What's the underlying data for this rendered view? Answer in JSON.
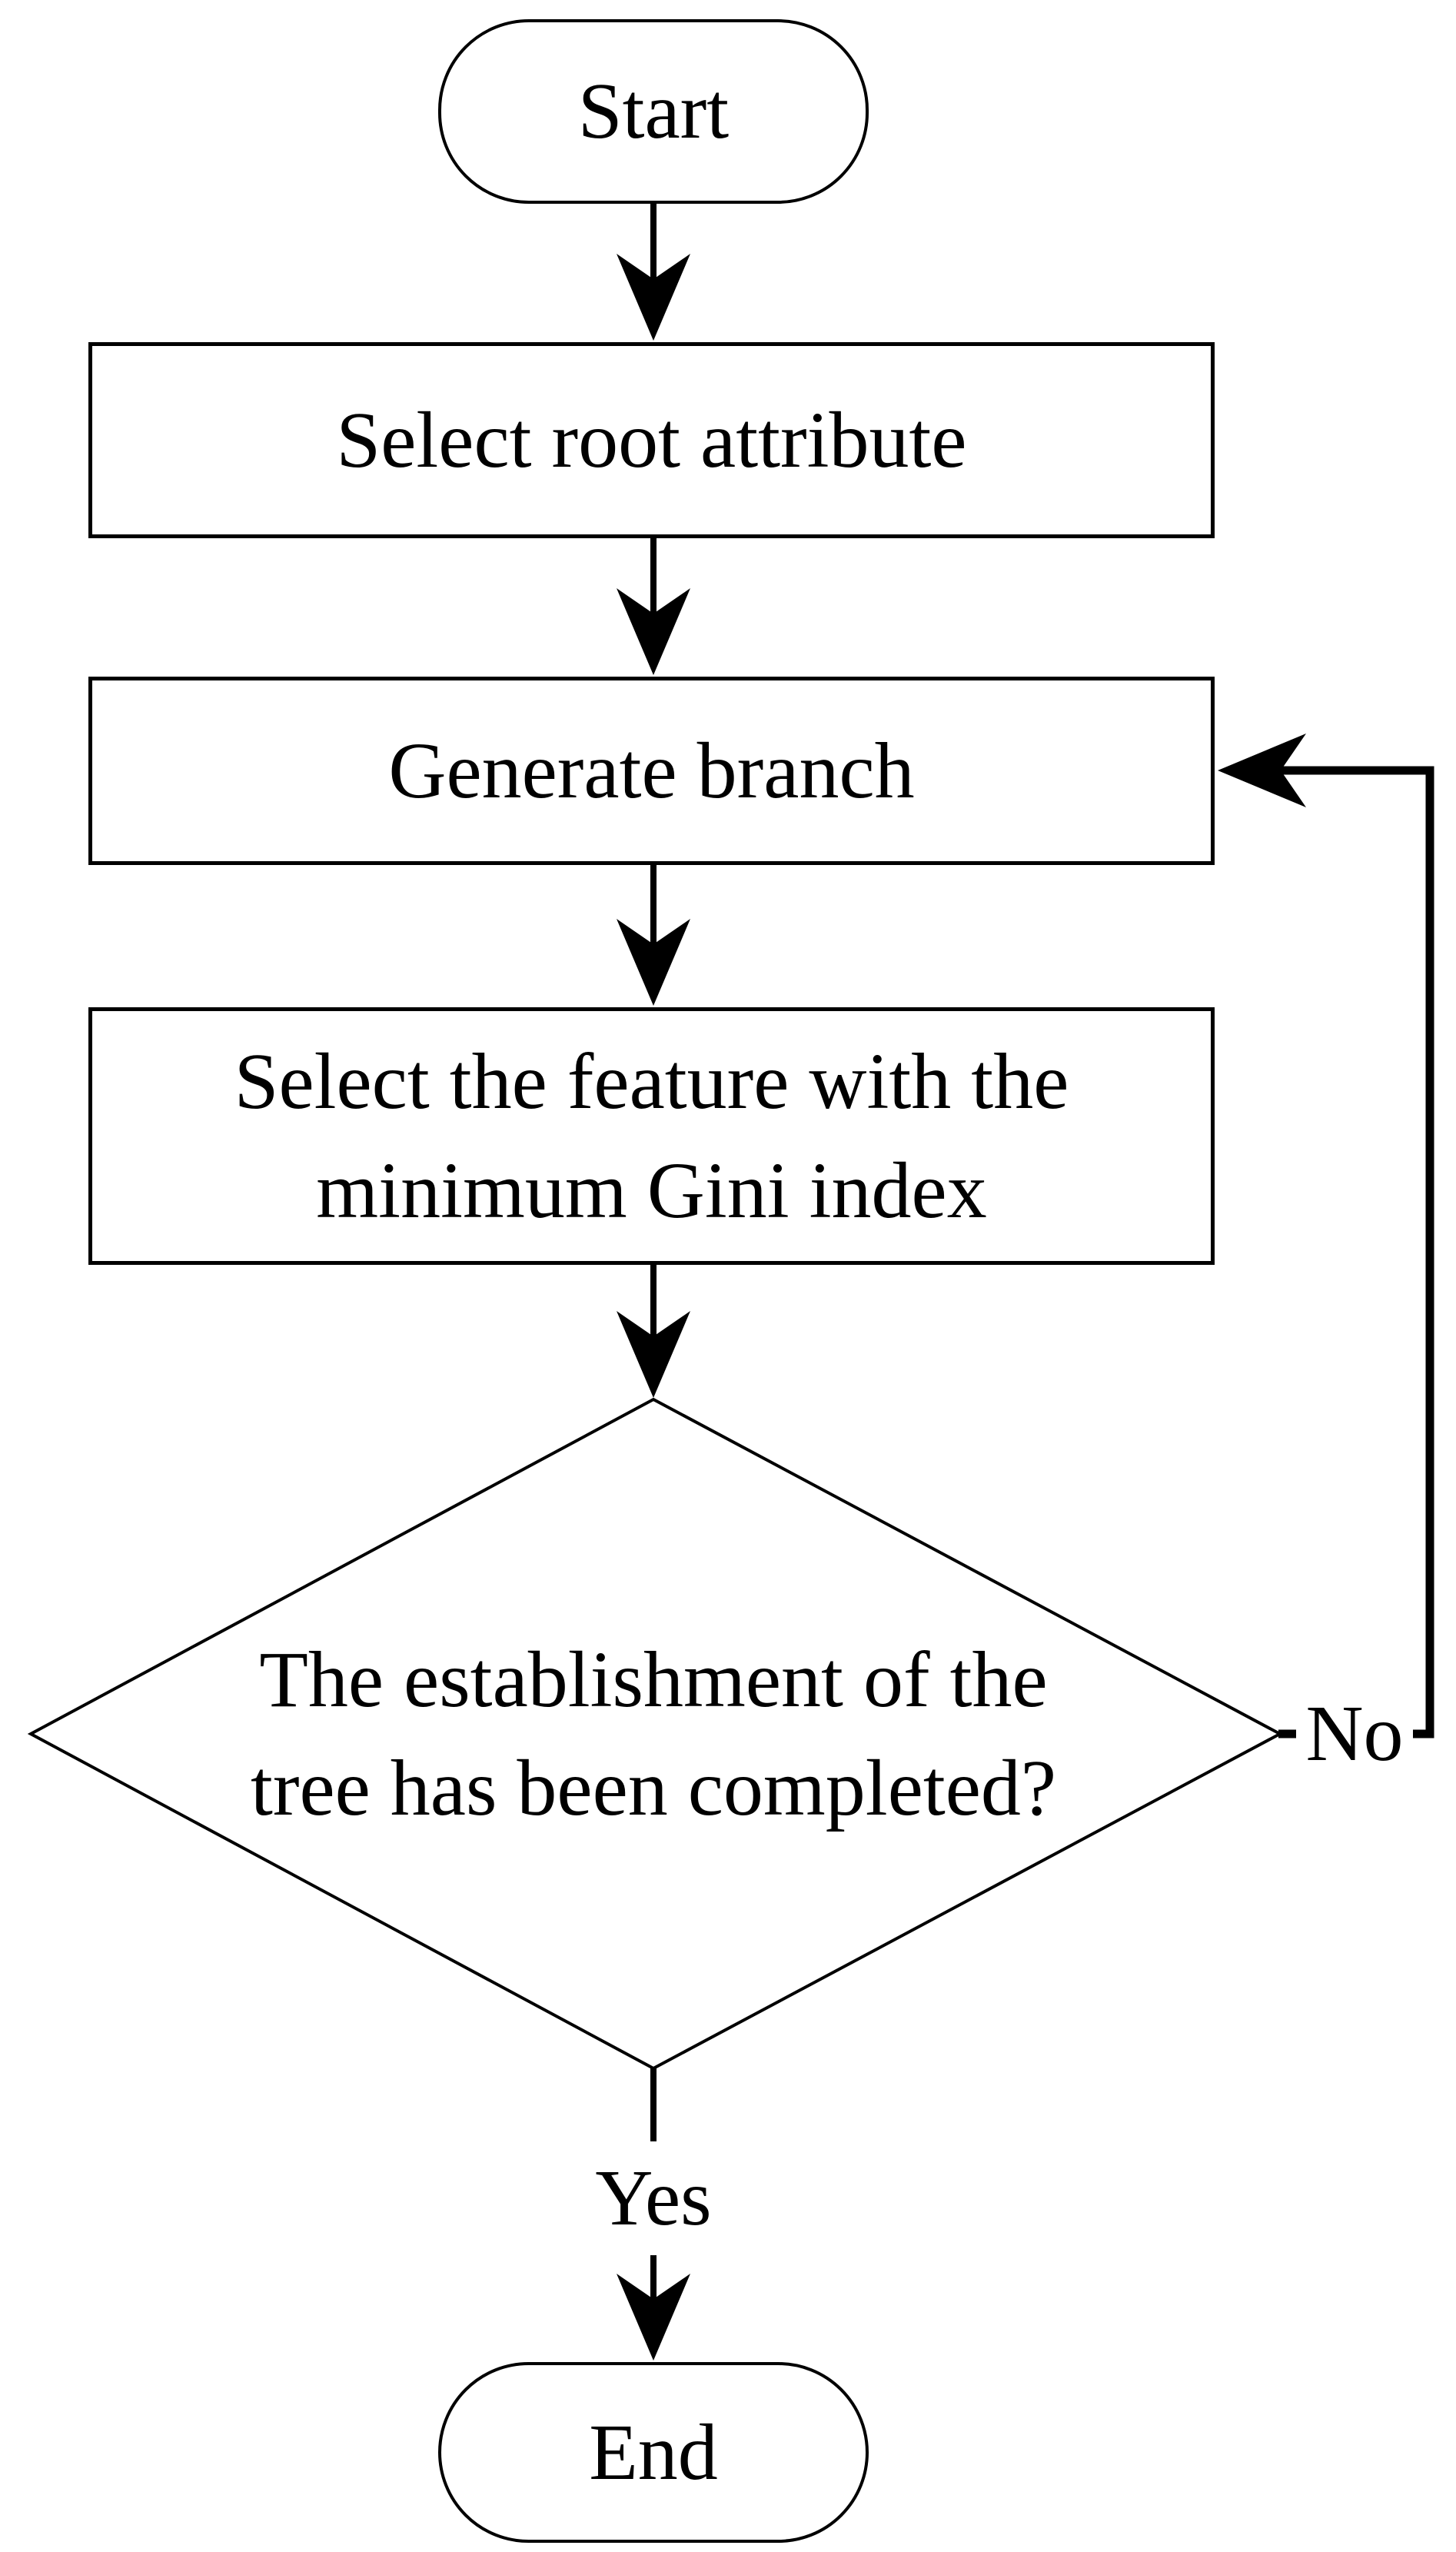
{
  "flowchart": {
    "background_color": "#ffffff",
    "stroke_color": "#000000",
    "text_color": "#000000",
    "nodes": {
      "start": {
        "label": "Start",
        "type": "terminator"
      },
      "select_root": {
        "label": "Select root attribute",
        "type": "process"
      },
      "generate_branch": {
        "label": "Generate branch",
        "type": "process"
      },
      "select_feature": {
        "label": "Select the feature with the\nminimum Gini index",
        "type": "process"
      },
      "decision": {
        "label": "The establishment of the\ntree has been completed?",
        "type": "decision"
      },
      "end": {
        "label": "End",
        "type": "terminator"
      }
    },
    "edge_labels": {
      "yes": "Yes",
      "no": "No"
    }
  }
}
